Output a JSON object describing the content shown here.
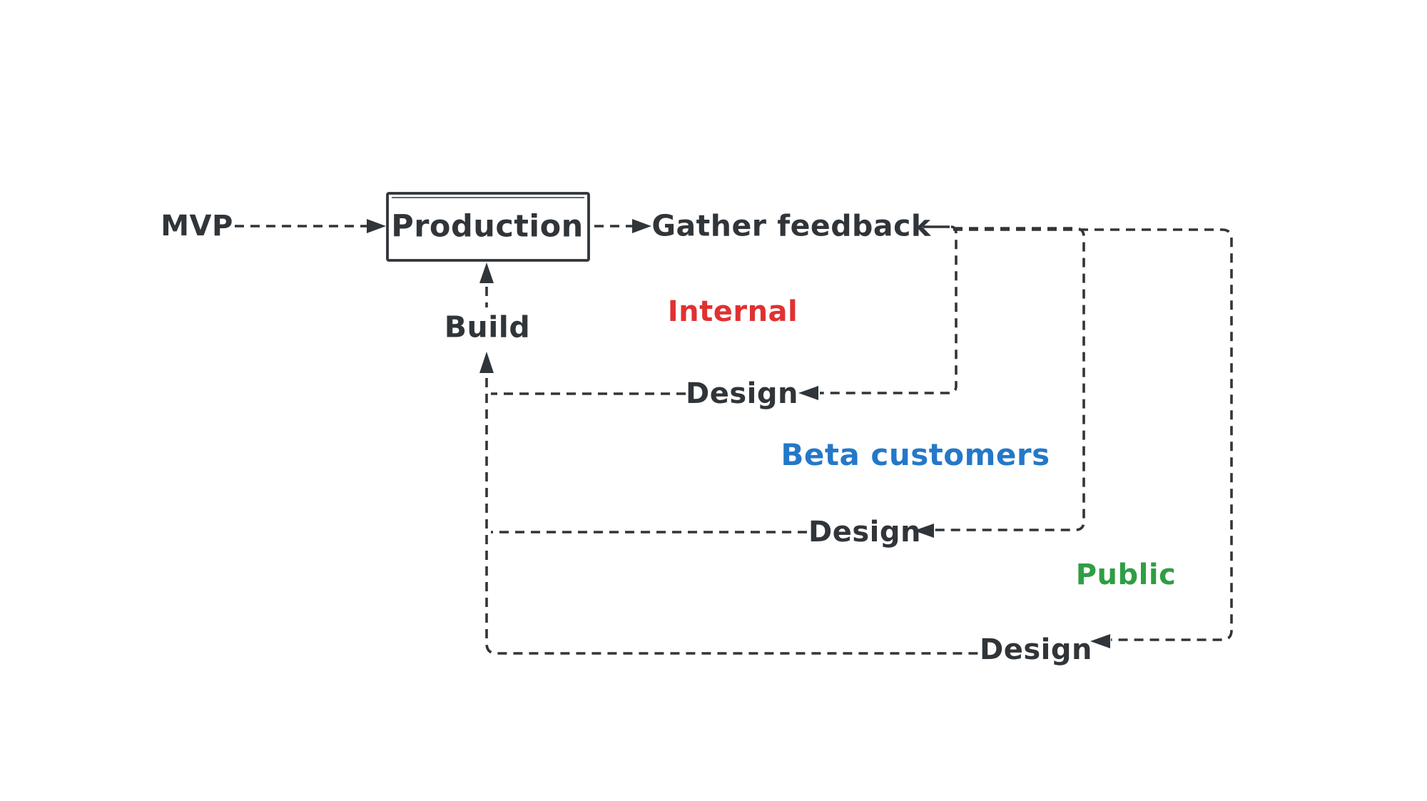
{
  "diagram": {
    "title": "Product feedback loop diagram",
    "background": "#ffffff",
    "ink_color": "#30353a",
    "nodes": {
      "mvp": {
        "label": "MVP"
      },
      "production": {
        "label": "Production"
      },
      "gather_feedback": {
        "label": "Gather feedback"
      },
      "build": {
        "label": "Build"
      }
    },
    "loops": [
      {
        "stage": "Internal",
        "stage_color": "#e03131",
        "design_label": "Design"
      },
      {
        "stage": "Beta customers",
        "stage_color": "#2478c8",
        "design_label": "Design"
      },
      {
        "stage": "Public",
        "stage_color": "#2f9e44",
        "design_label": "Design"
      }
    ]
  }
}
